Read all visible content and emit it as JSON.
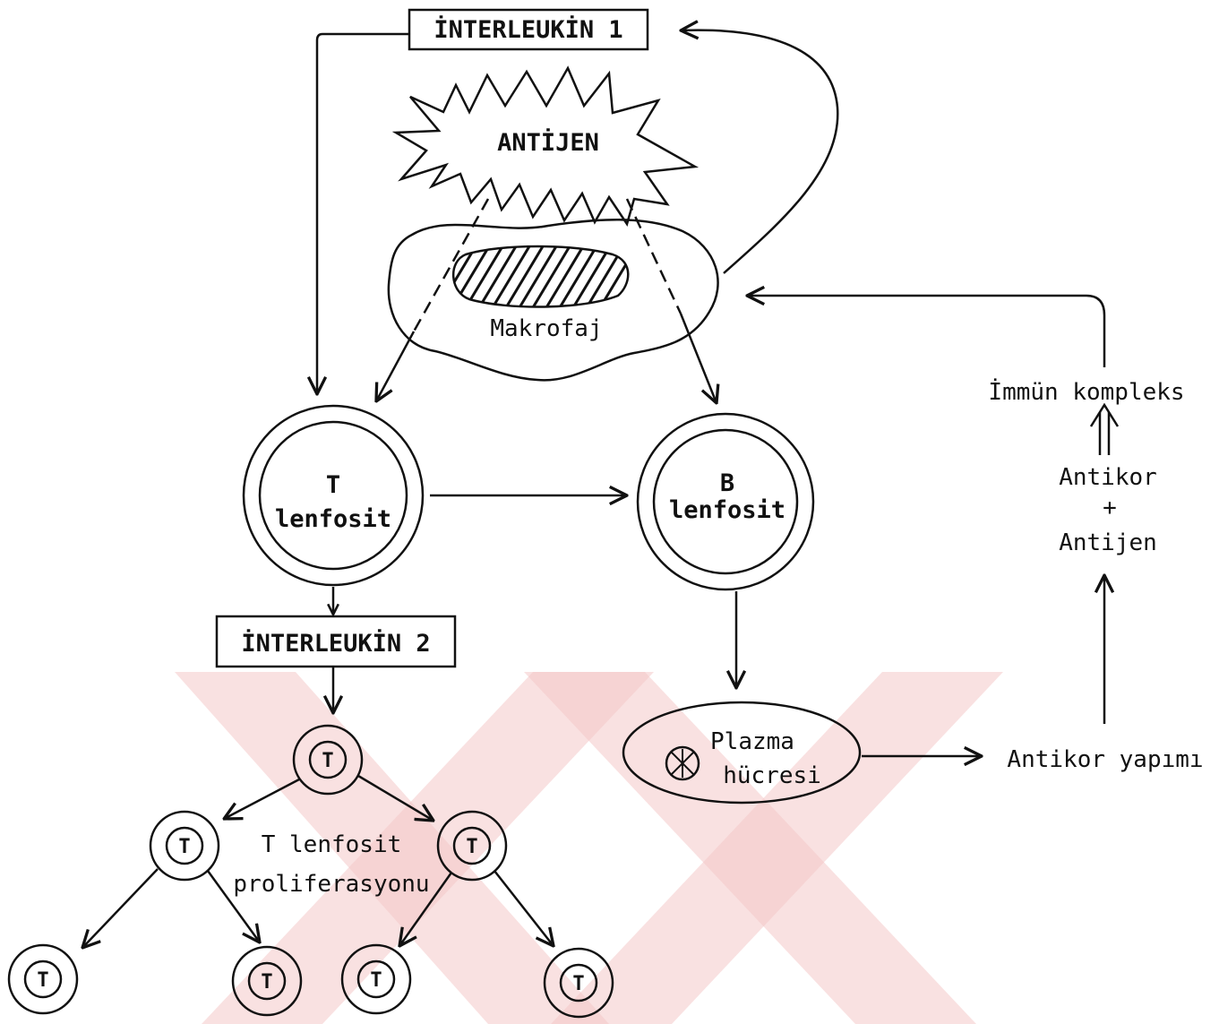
{
  "diagram": {
    "interleukin1": "İNTERLEUKİN 1",
    "interleukin2": "İNTERLEUKİN 2",
    "antigen": "ANTİJEN",
    "macrophage": "Makrofaj",
    "t_cell_line1": "T",
    "t_cell_line2": "lenfosit",
    "b_cell_line1": "B",
    "b_cell_line2": "lenfosit",
    "plasma_line1": "Plazma",
    "plasma_line2": "hücresi",
    "antibody_production": "Antikor yapımı",
    "antibody": "Antikor",
    "plus": "+",
    "antigen_lower": "Antijen",
    "immune_complex": "İmmün kompleks",
    "proliferation_line1": "T lenfosit",
    "proliferation_line2": "proliferasyonu",
    "t_mark": "T"
  },
  "colors": {
    "ink": "#111111",
    "watermark": "#f4c9c9",
    "background": "#ffffff"
  }
}
